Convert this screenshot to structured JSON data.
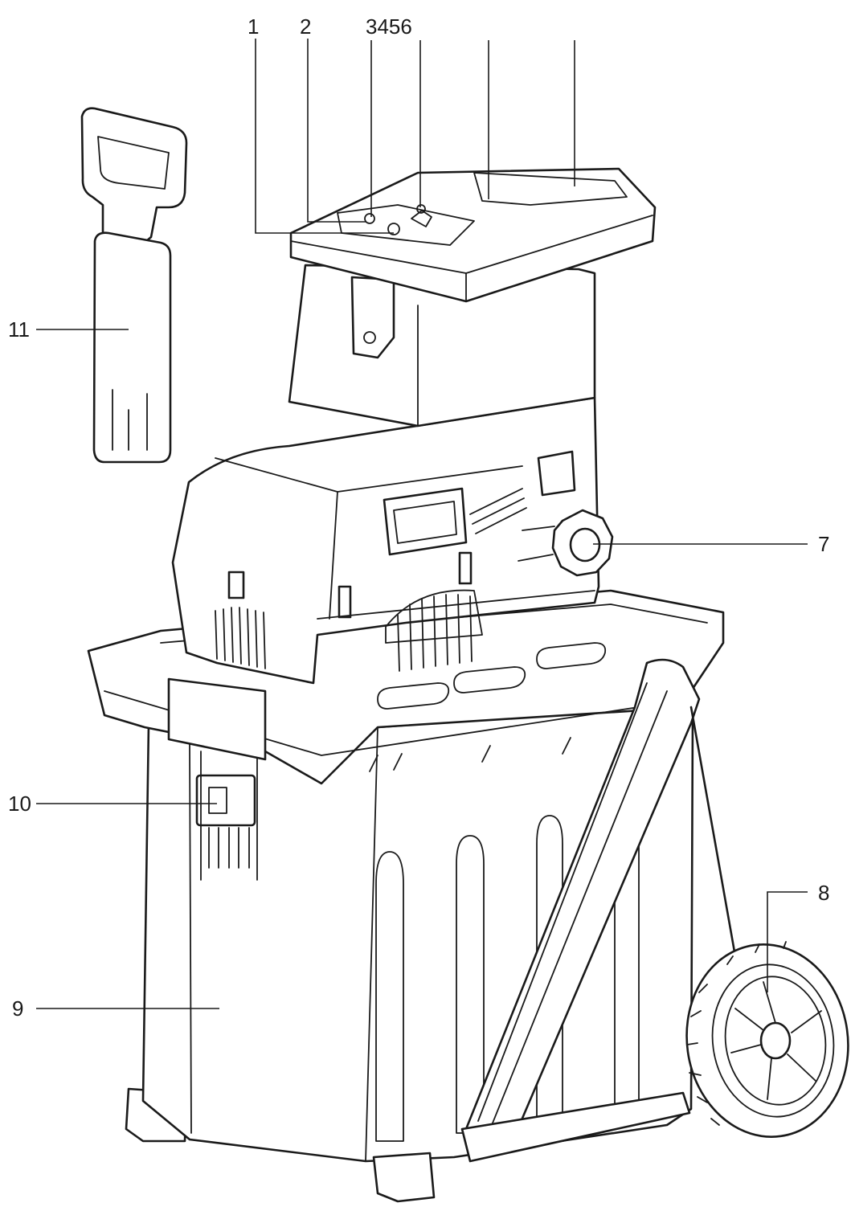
{
  "callouts": {
    "c1": "1",
    "c2": "2",
    "c3456": "3456",
    "c7": "7",
    "c8": "8",
    "c9": "9",
    "c10": "10",
    "c11": "11"
  }
}
